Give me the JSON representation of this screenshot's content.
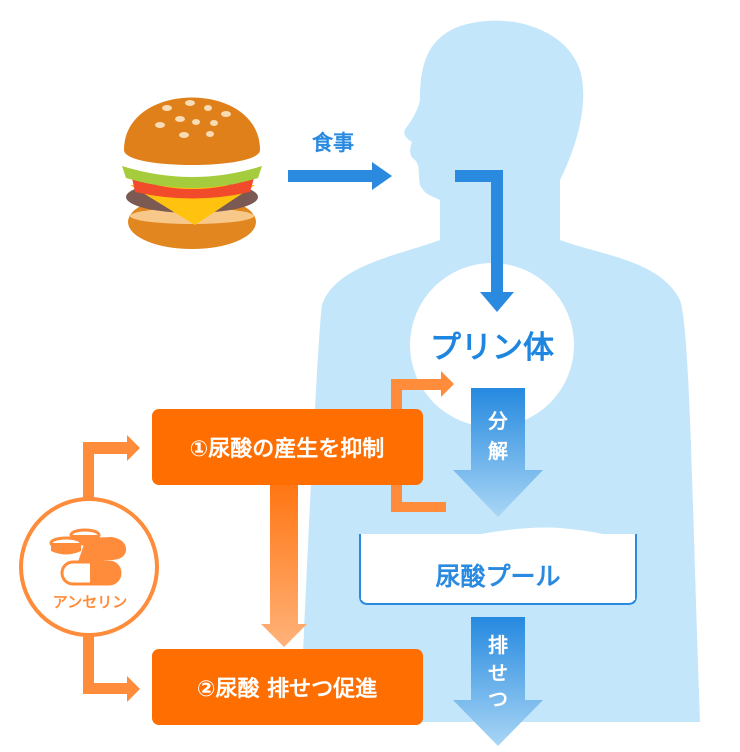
{
  "labels": {
    "meal": "食事",
    "purine": "プリン体",
    "decompose": [
      "分",
      "解"
    ],
    "uric_pool": "尿酸プール",
    "excretion": [
      "排",
      "せ",
      "つ"
    ],
    "step1": "①尿酸の産生を抑制",
    "step2": "②尿酸 排せつ促進",
    "anserine": "アンセリン"
  },
  "colors": {
    "body": "#c4e6fa",
    "blue": "#2a8ae0",
    "orange": "#ff6e00",
    "orange_light": "#ff8c3a"
  }
}
